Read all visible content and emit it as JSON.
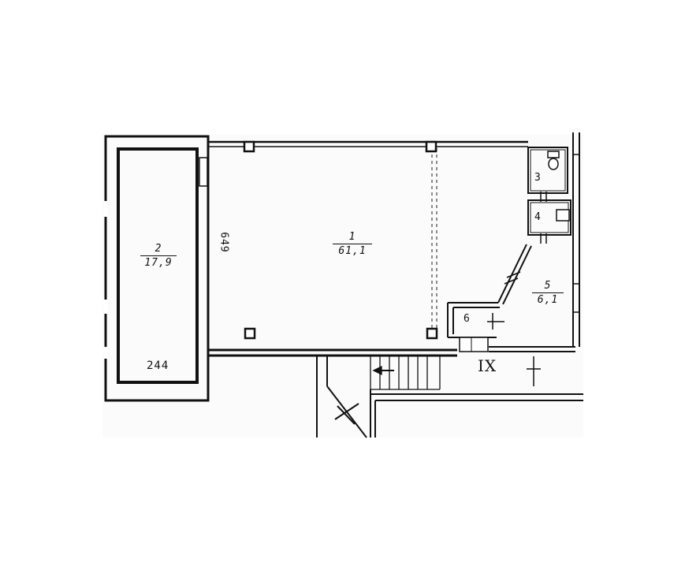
{
  "plan": {
    "rooms": [
      {
        "id": "1",
        "number": "1",
        "area": "61,1"
      },
      {
        "id": "2",
        "number": "2",
        "area": "17,9"
      },
      {
        "id": "3",
        "number": "3"
      },
      {
        "id": "4",
        "number": "4"
      },
      {
        "id": "5",
        "number": "5",
        "area": "6,1"
      },
      {
        "id": "6",
        "number": "6"
      }
    ],
    "dimensions": {
      "room1_height": "649",
      "room2_width": "244"
    },
    "axis_label": "IX"
  }
}
